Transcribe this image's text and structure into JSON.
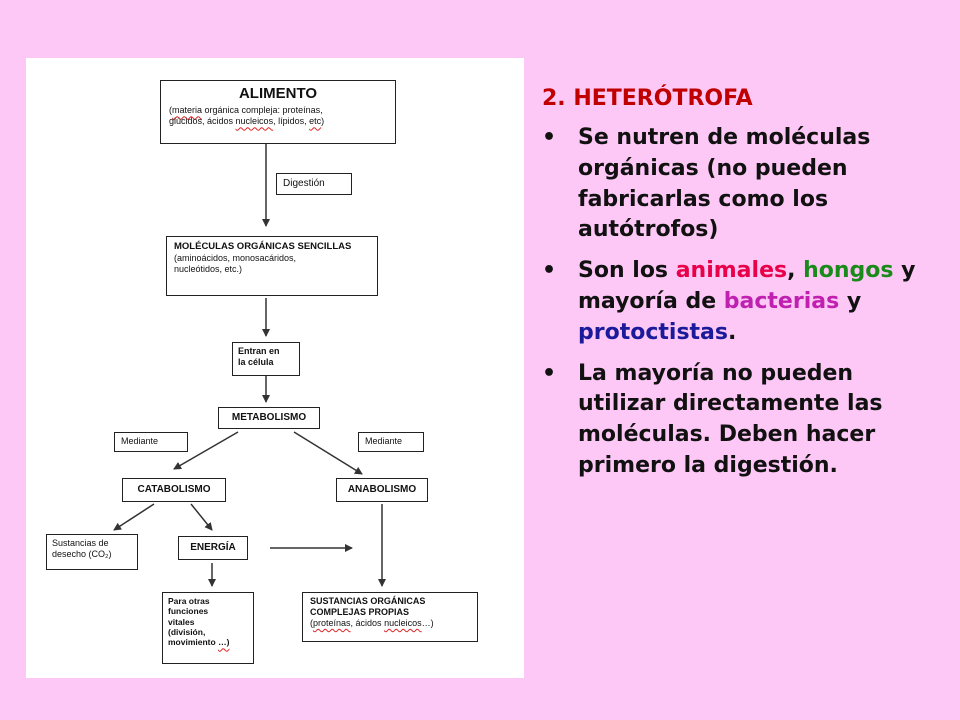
{
  "diagram": {
    "alimento": {
      "title": "ALIMENTO",
      "line1_a": "(",
      "line1_b": "materia",
      "line1_c": " orgánica compleja: proteínas,",
      "line2_a": "glúcidos, ácidos ",
      "line2_b": "nucleicos",
      "line2_c": ",  lípidos, ",
      "line2_d": "etc",
      "line2_e": ")"
    },
    "digestion": "Digestión",
    "moleculas": {
      "title": "MOLÉCULAS ORGÁNICAS SENCILLAS",
      "line1": "(aminoácidos, monosacáridos,",
      "line2": "nucleótidos, etc.)"
    },
    "entran": {
      "line1": "Entran en",
      "line2": "la célula"
    },
    "metabolismo": "METABOLISMO",
    "mediante_left": "Mediante",
    "mediante_right": "Mediante",
    "catabolismo": "CATABOLISMO",
    "anabolismo": "ANABOLISMO",
    "sustancias_desecho": {
      "line1": "Sustancias de",
      "line2": "desecho (CO₂)"
    },
    "energia": "ENERGÍA",
    "otras_funciones": {
      "line1": "Para otras",
      "line2": "funciones",
      "line3": "vitales",
      "line4": "(división,",
      "line5_a": "movimiento ",
      "line5_b": "…)"
    },
    "sustancias_organicas": {
      "line1": "SUSTANCIAS ORGÁNICAS",
      "line2": "COMPLEJAS PROPIAS",
      "line3_a": "(",
      "line3_b": "proteínas",
      "line3_c": ", ácidos ",
      "line3_d": "nucleicos",
      "line3_e": "…)"
    }
  },
  "text": {
    "heading": "2. HETERÓTROFA",
    "bullet_char": "•",
    "b1": "Se nutren de moléculas orgánicas (no pueden fabricarlas como los autótrofos)",
    "b2_a": "Son los ",
    "b2_animales": "animales",
    "b2_b": ", ",
    "b2_hongos": "hongos",
    "b2_c": " y mayoría de ",
    "b2_bacterias": "bacterias",
    "b2_d": " y ",
    "b2_protoctistas": "protoctistas",
    "b2_e": ".",
    "b3": "La mayoría no pueden utilizar directamente las moléculas. Deben hacer primero la digestión."
  },
  "colors": {
    "background": "#fdc8f6",
    "heading": "#c00000",
    "animales": "#e8004a",
    "hongos": "#1a8a1a",
    "bacterias": "#c020b0",
    "protoctistas": "#1a1a9a"
  }
}
